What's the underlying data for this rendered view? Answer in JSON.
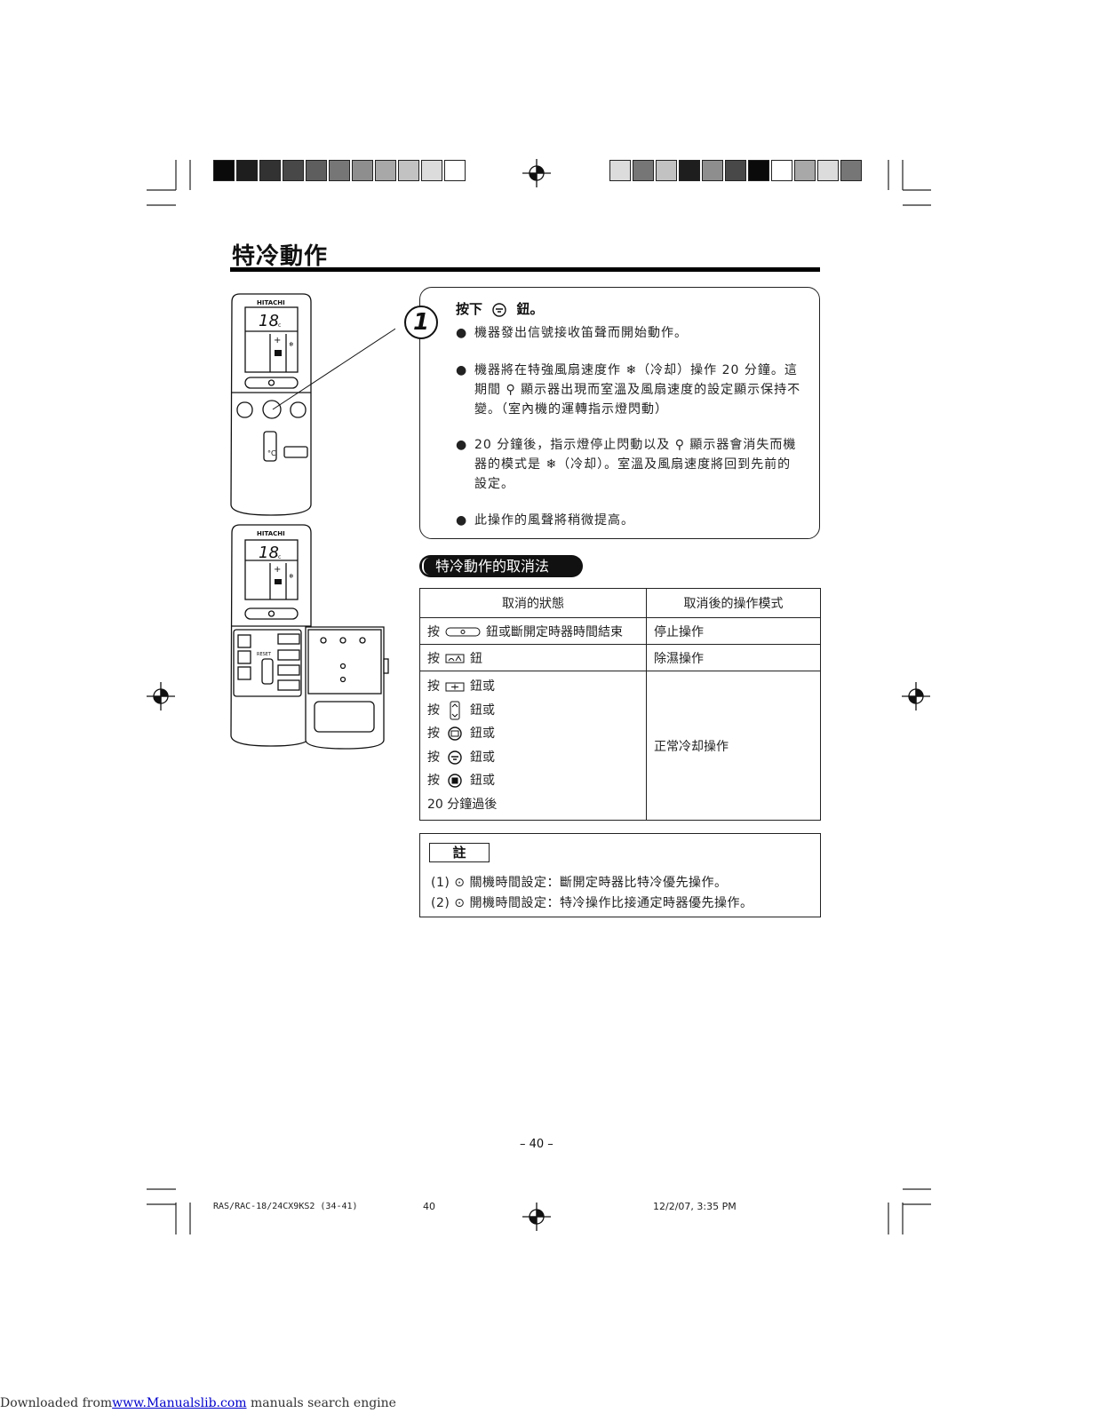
{
  "page": {
    "title": "特冷動作",
    "page_number": "– 40 –"
  },
  "step": {
    "number": "1",
    "heading_prefix": "按下",
    "heading_suffix": "鈕。",
    "bullets": [
      "機器發出信號接收笛聲而開始動作。",
      "機器將在特強風扇速度作 ❄（冷却）操作 20 分鐘。這期間 ⚲ 顯示器出現而室溫及風扇速度的設定顯示保持不變。（室內機的運轉指示燈閃動）",
      "20 分鐘後，指示燈停止閃動以及 ⚲ 顯示器會消失而機器的模式是 ❄（冷却）。室溫及風扇速度將回到先前的設定。",
      "此操作的風聲將稍微提高。"
    ]
  },
  "remote": {
    "brand": "HITACHI",
    "temp": "18",
    "unit": "°c",
    "reset": "RESET"
  },
  "cancel": {
    "heading": "特冷動作的取消法",
    "headers": [
      "取消的狀態",
      "取消後的操作模式"
    ],
    "rows": [
      {
        "state_prefix": "按",
        "state_suffix": "鈕或斷開定時器時間結束",
        "mode": "停止操作"
      },
      {
        "state_prefix": "按",
        "state_suffix": "鈕",
        "mode": "除濕操作"
      }
    ],
    "group_lines": [
      {
        "prefix": "按",
        "suffix": "鈕或"
      },
      {
        "prefix": "按",
        "suffix": "鈕或"
      },
      {
        "prefix": "按",
        "suffix": "鈕或"
      },
      {
        "prefix": "按",
        "suffix": "鈕或"
      },
      {
        "prefix": "按",
        "suffix": "鈕或"
      }
    ],
    "group_last": "20 分鐘過後",
    "group_mode": "正常冷却操作"
  },
  "note": {
    "label": "註",
    "lines": [
      "(1) ⊙ 關機時間設定：斷開定時器比特冷優先操作。",
      "(2) ⊙ 開機時間設定：特冷操作比接通定時器優先操作。"
    ]
  },
  "print_info": {
    "file": "RAS/RAC-18/24CX9KS2 (34-41)",
    "page": "40",
    "date": "12/2/07, 3:35 PM"
  },
  "footer": {
    "prefix": "Downloaded from",
    "link": "www.Manualslib.com",
    "suffix": " manuals search engine"
  },
  "colors": {
    "swatches_left": [
      "#0a0a0a",
      "#1e1e1e",
      "#323232",
      "#484848",
      "#5e5e5e",
      "#767676",
      "#8e8e8e",
      "#a8a8a8",
      "#c2c2c2",
      "#dcdcdc",
      "#ffffff"
    ],
    "swatches_right": [
      "#dcdcdc",
      "#767676",
      "#c2c2c2",
      "#1e1e1e",
      "#8e8e8e",
      "#484848",
      "#0a0a0a",
      "#ffffff",
      "#a8a8a8",
      "#dcdcdc",
      "#767676"
    ]
  }
}
